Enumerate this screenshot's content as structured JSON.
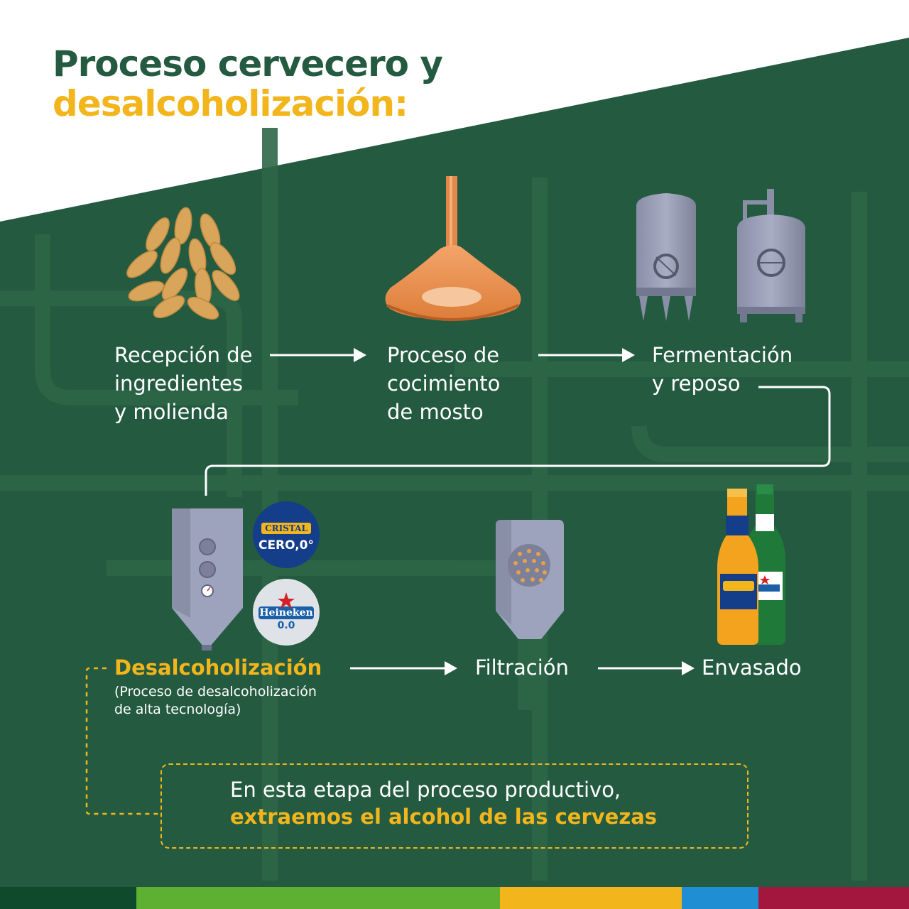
{
  "title": {
    "line1": "Proceso cervecero y",
    "line2": "desalcoholización:"
  },
  "steps": [
    {
      "label": "Recepción de\ningredientes\ny molienda"
    },
    {
      "label": "Proceso de\ncocimiento\nde mosto"
    },
    {
      "label": "Fermentación\ny reposo"
    },
    {
      "label": "Desalcoholización",
      "sublabel": "(Proceso de desalcoholización\nde alta tecnología)"
    },
    {
      "label": "Filtración"
    },
    {
      "label": "Envasado"
    }
  ],
  "brands": {
    "cristal": {
      "name": "CRISTAL",
      "sub": "CERO,0°"
    },
    "heineken": {
      "name": "Heineken",
      "sub": "0.0"
    }
  },
  "note": {
    "line1": "En esta etapa del proceso productivo,",
    "line2": "extraemos el alcohol de las cervezas"
  },
  "colors": {
    "green": "#245b40",
    "yellow": "#f2b51c",
    "white": "#ffffff",
    "stripe": [
      "#0f4a2d",
      "#5eb033",
      "#f2b51c",
      "#1f8ed2",
      "#a3173f"
    ]
  }
}
